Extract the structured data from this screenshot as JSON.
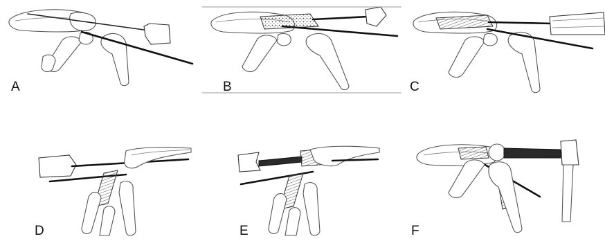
{
  "figure": {
    "panels": [
      {
        "label": "A"
      },
      {
        "label": "B"
      },
      {
        "label": "C"
      },
      {
        "label": "D"
      },
      {
        "label": "E"
      },
      {
        "label": "F"
      }
    ]
  }
}
